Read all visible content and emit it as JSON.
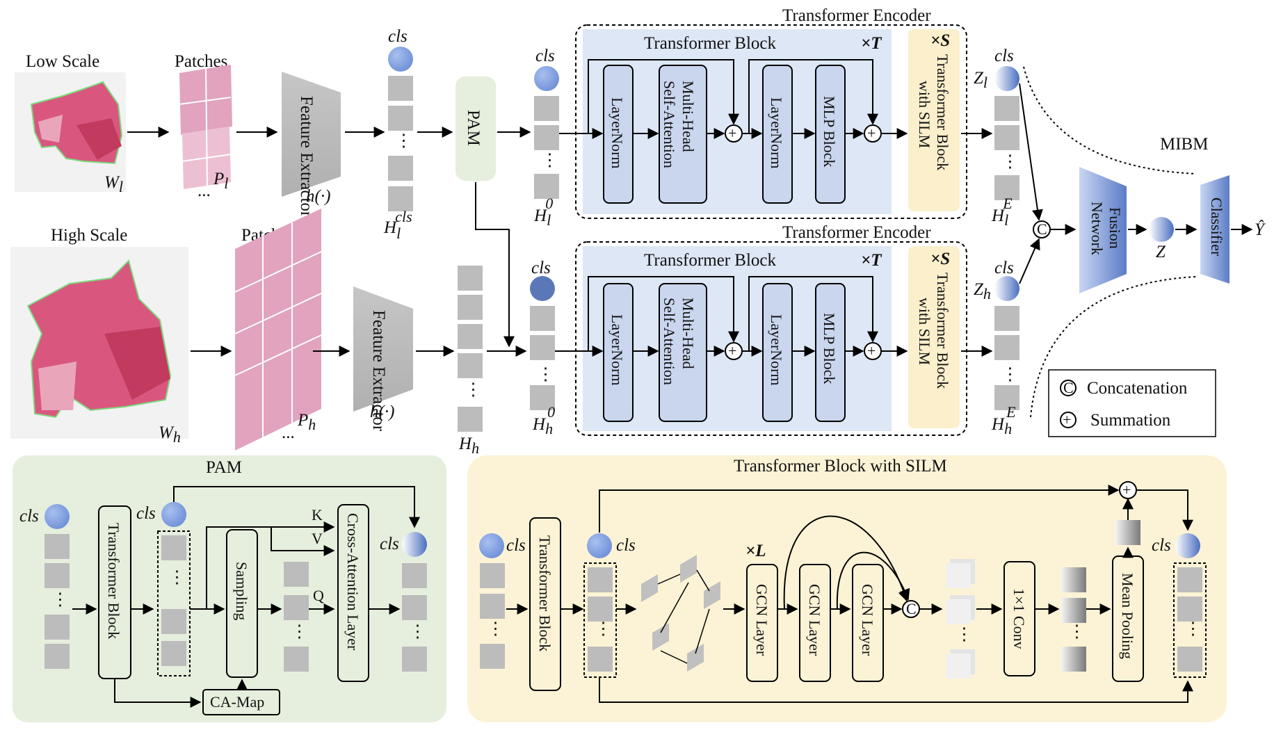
{
  "top": {
    "low_scale": "Low Scale",
    "high_scale": "High Scale",
    "patches": "Patches",
    "feature_extractor": "Feature Extractor",
    "h_func": "h(·)",
    "pam": "PAM",
    "cls": "cls",
    "w_l": "W",
    "w_l_sub": "l",
    "w_h": "W",
    "w_h_sub": "h",
    "p_l": "P",
    "p_l_sub": "l",
    "p_h": "P",
    "p_h_sub": "h",
    "dots": "...",
    "h_l_cls": "H",
    "h_l_cls_sub": "l",
    "h_l_cls_sup": "cls",
    "h_h": "H",
    "h_h_sub": "h",
    "h_l_0": "H",
    "h_l_0_sub": "l",
    "h_0_sup": "0",
    "h_h_0": "H",
    "h_h_0_sub": "h"
  },
  "encoder": {
    "title": "Transformer Encoder",
    "block": "Transformer Block",
    "times_t": "×T",
    "times_s": "×S",
    "layernorm": "LayerNorm",
    "mhsa_1": "Multi-Head",
    "mhsa_2": "Self-Attention",
    "mlp": "MLP Block",
    "silm_1": "Transformer Block",
    "silm_2": "with SILM"
  },
  "mibm": {
    "title": "MIBM",
    "z_l": "Z",
    "z_l_sub": "l",
    "z_h": "Z",
    "z_h_sub": "h",
    "h_l_e": "H",
    "h_l_e_sub": "l",
    "h_h_e": "H",
    "h_h_e_sub": "h",
    "e_sup": "E",
    "fusion_1": "Fusion",
    "fusion_2": "Network",
    "z": "Z",
    "classifier": "Classifier",
    "y_hat": "Ŷ",
    "concat_symbol": "C"
  },
  "legend": {
    "concatenation": "Concatenation",
    "summation": "Summation"
  },
  "pam_panel": {
    "title": "PAM",
    "transformer_block": "Transformer Block",
    "sampling": "Sampling",
    "cross_attention": "Cross-Attention Layer",
    "ca_map": "CA-Map",
    "k": "K",
    "v": "V",
    "q": "Q"
  },
  "silm_panel": {
    "title": "Transformer Block with SILM",
    "transformer_block": "Transformer Block",
    "times_l": "×L",
    "gcn": "GCN Layer",
    "conv": "1×1 Conv",
    "mean_pooling": "Mean Pooling"
  },
  "colors": {
    "encoder_bg": "#dde7f5",
    "block_fill": "#c9d6ee",
    "silm_fill": "#fbefcc",
    "pam_bg": "#e6efdd",
    "silm_bg": "#fcf3d6",
    "cls_blue": "#7f9fde",
    "token_gray": "#bcbcbc",
    "tissue_pink": "#d9577f"
  }
}
